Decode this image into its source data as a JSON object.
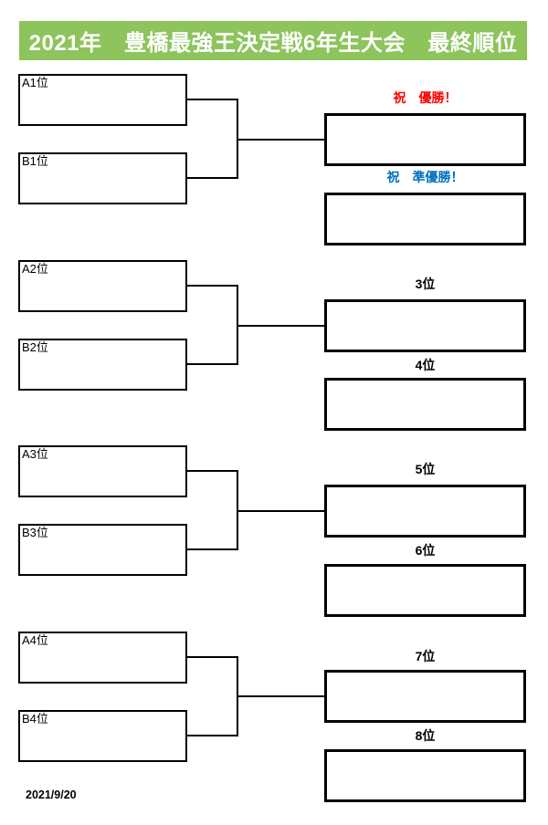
{
  "header": {
    "title": "2021年　豊橋最強王決定戦6年生大会　最終順位",
    "bg_color": "#8dc45c",
    "text_color": "#ffffff"
  },
  "bracket": {
    "groups": [
      {
        "a_label": "A1位",
        "b_label": "B1位"
      },
      {
        "a_label": "A2位",
        "b_label": "B2位"
      },
      {
        "a_label": "A3位",
        "b_label": "B3位"
      },
      {
        "a_label": "A4位",
        "b_label": "B4位"
      }
    ]
  },
  "results": [
    {
      "label": "祝　優勝！",
      "color": "#ff0000"
    },
    {
      "label": "祝　準優勝！",
      "color": "#0070c0"
    },
    {
      "label": "3位",
      "color": "#000000"
    },
    {
      "label": "4位",
      "color": "#000000"
    },
    {
      "label": "5位",
      "color": "#000000"
    },
    {
      "label": "6位",
      "color": "#000000"
    },
    {
      "label": "7位",
      "color": "#000000"
    },
    {
      "label": "8位",
      "color": "#000000"
    }
  ],
  "footer": {
    "date": "2021/9/20"
  }
}
